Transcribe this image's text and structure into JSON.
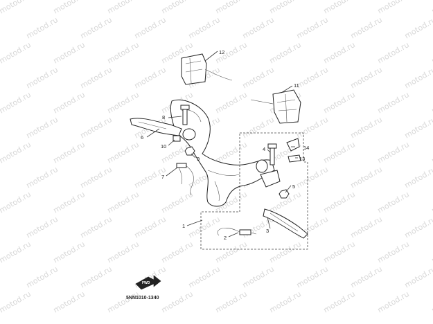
{
  "watermark": "motod.ru",
  "diagram_code": "5NN1010-1340",
  "callouts": [
    {
      "id": "label-1",
      "text": "1"
    },
    {
      "id": "label-2",
      "text": "2"
    },
    {
      "id": "label-3",
      "text": "3"
    },
    {
      "id": "label-4",
      "text": "4"
    },
    {
      "id": "label-5",
      "text": "5"
    },
    {
      "id": "label-6",
      "text": "6"
    },
    {
      "id": "label-7",
      "text": "7"
    },
    {
      "id": "label-8",
      "text": "8"
    },
    {
      "id": "label-9",
      "text": "9"
    },
    {
      "id": "label-10",
      "text": "10"
    },
    {
      "id": "label-11",
      "text": "11"
    },
    {
      "id": "label-12",
      "text": "12"
    },
    {
      "id": "label-13",
      "text": "13"
    },
    {
      "id": "label-14",
      "text": "14"
    }
  ]
}
